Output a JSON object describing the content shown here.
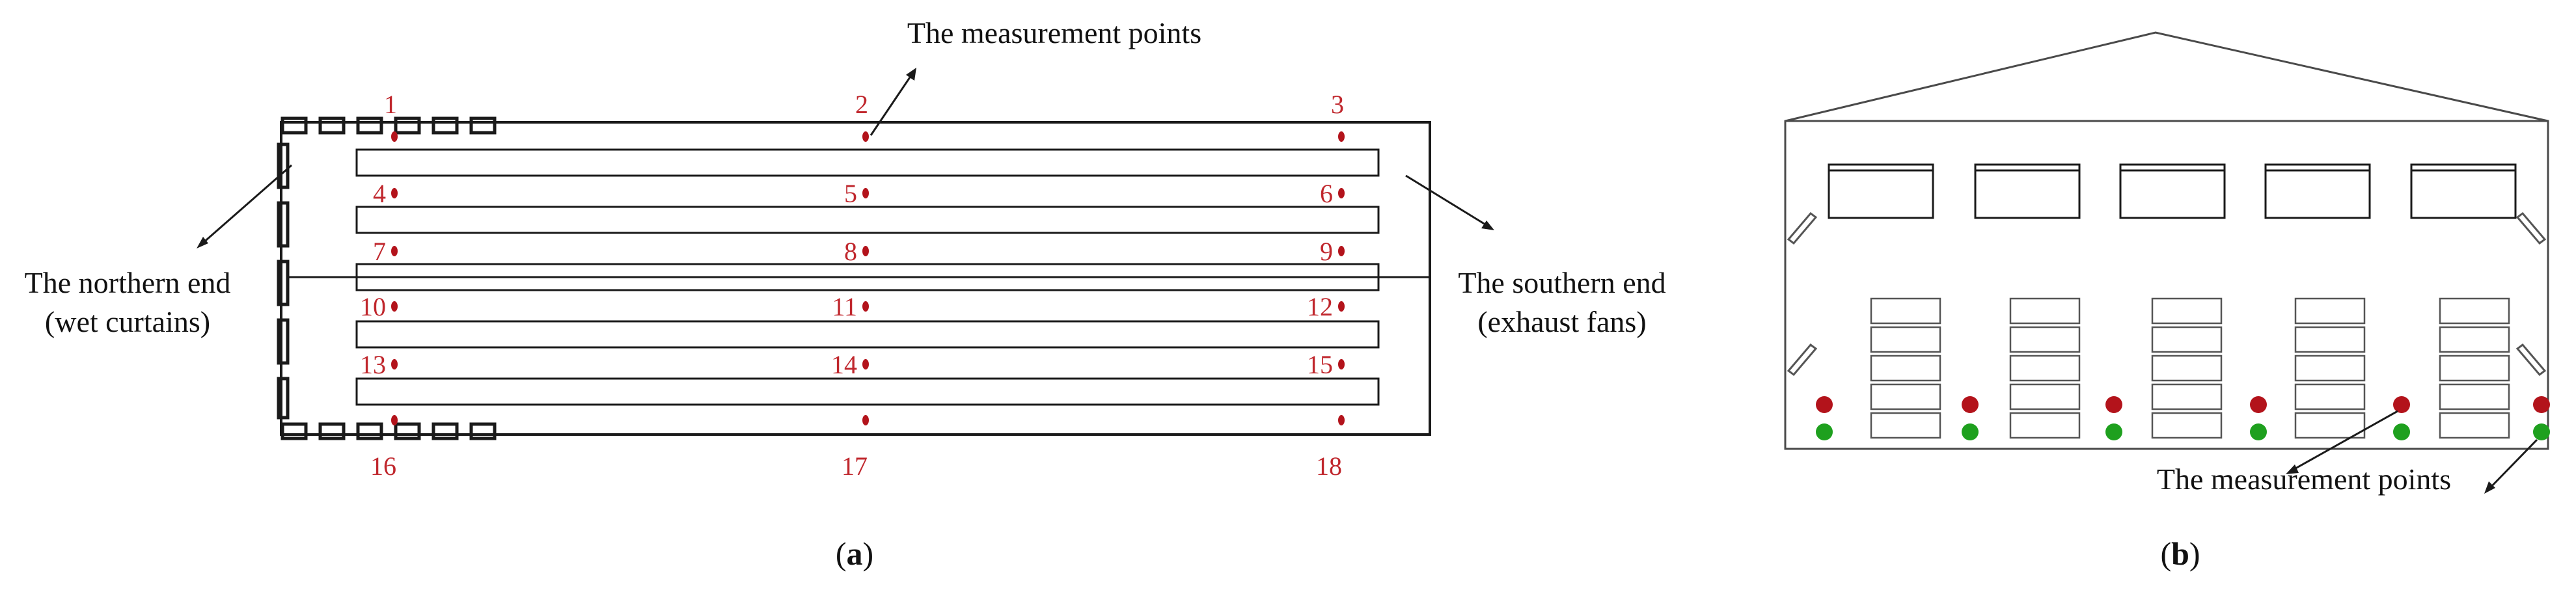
{
  "colors": {
    "line": "#1a1a1a",
    "number": "#c0272d",
    "dot_red": "#b3131b",
    "dot_green": "#1ea01e",
    "text": "#111111"
  },
  "panel_a": {
    "caption_prefix": "(",
    "caption_letter": "a",
    "caption_suffix": ")",
    "measurement_label": "The measurement points",
    "north_line1": "The northern end",
    "north_line2": "(wet curtains)",
    "south_line1": "The southern end",
    "south_line2": "(exhaust fans)",
    "point_numbers": [
      "1",
      "2",
      "3",
      "4",
      "5",
      "6",
      "7",
      "8",
      "9",
      "10",
      "11",
      "12",
      "13",
      "14",
      "15",
      "16",
      "17",
      "18"
    ]
  },
  "panel_b": {
    "caption_prefix": "(",
    "caption_letter": "b",
    "caption_suffix": ")",
    "measurement_label": "The measurement points"
  }
}
